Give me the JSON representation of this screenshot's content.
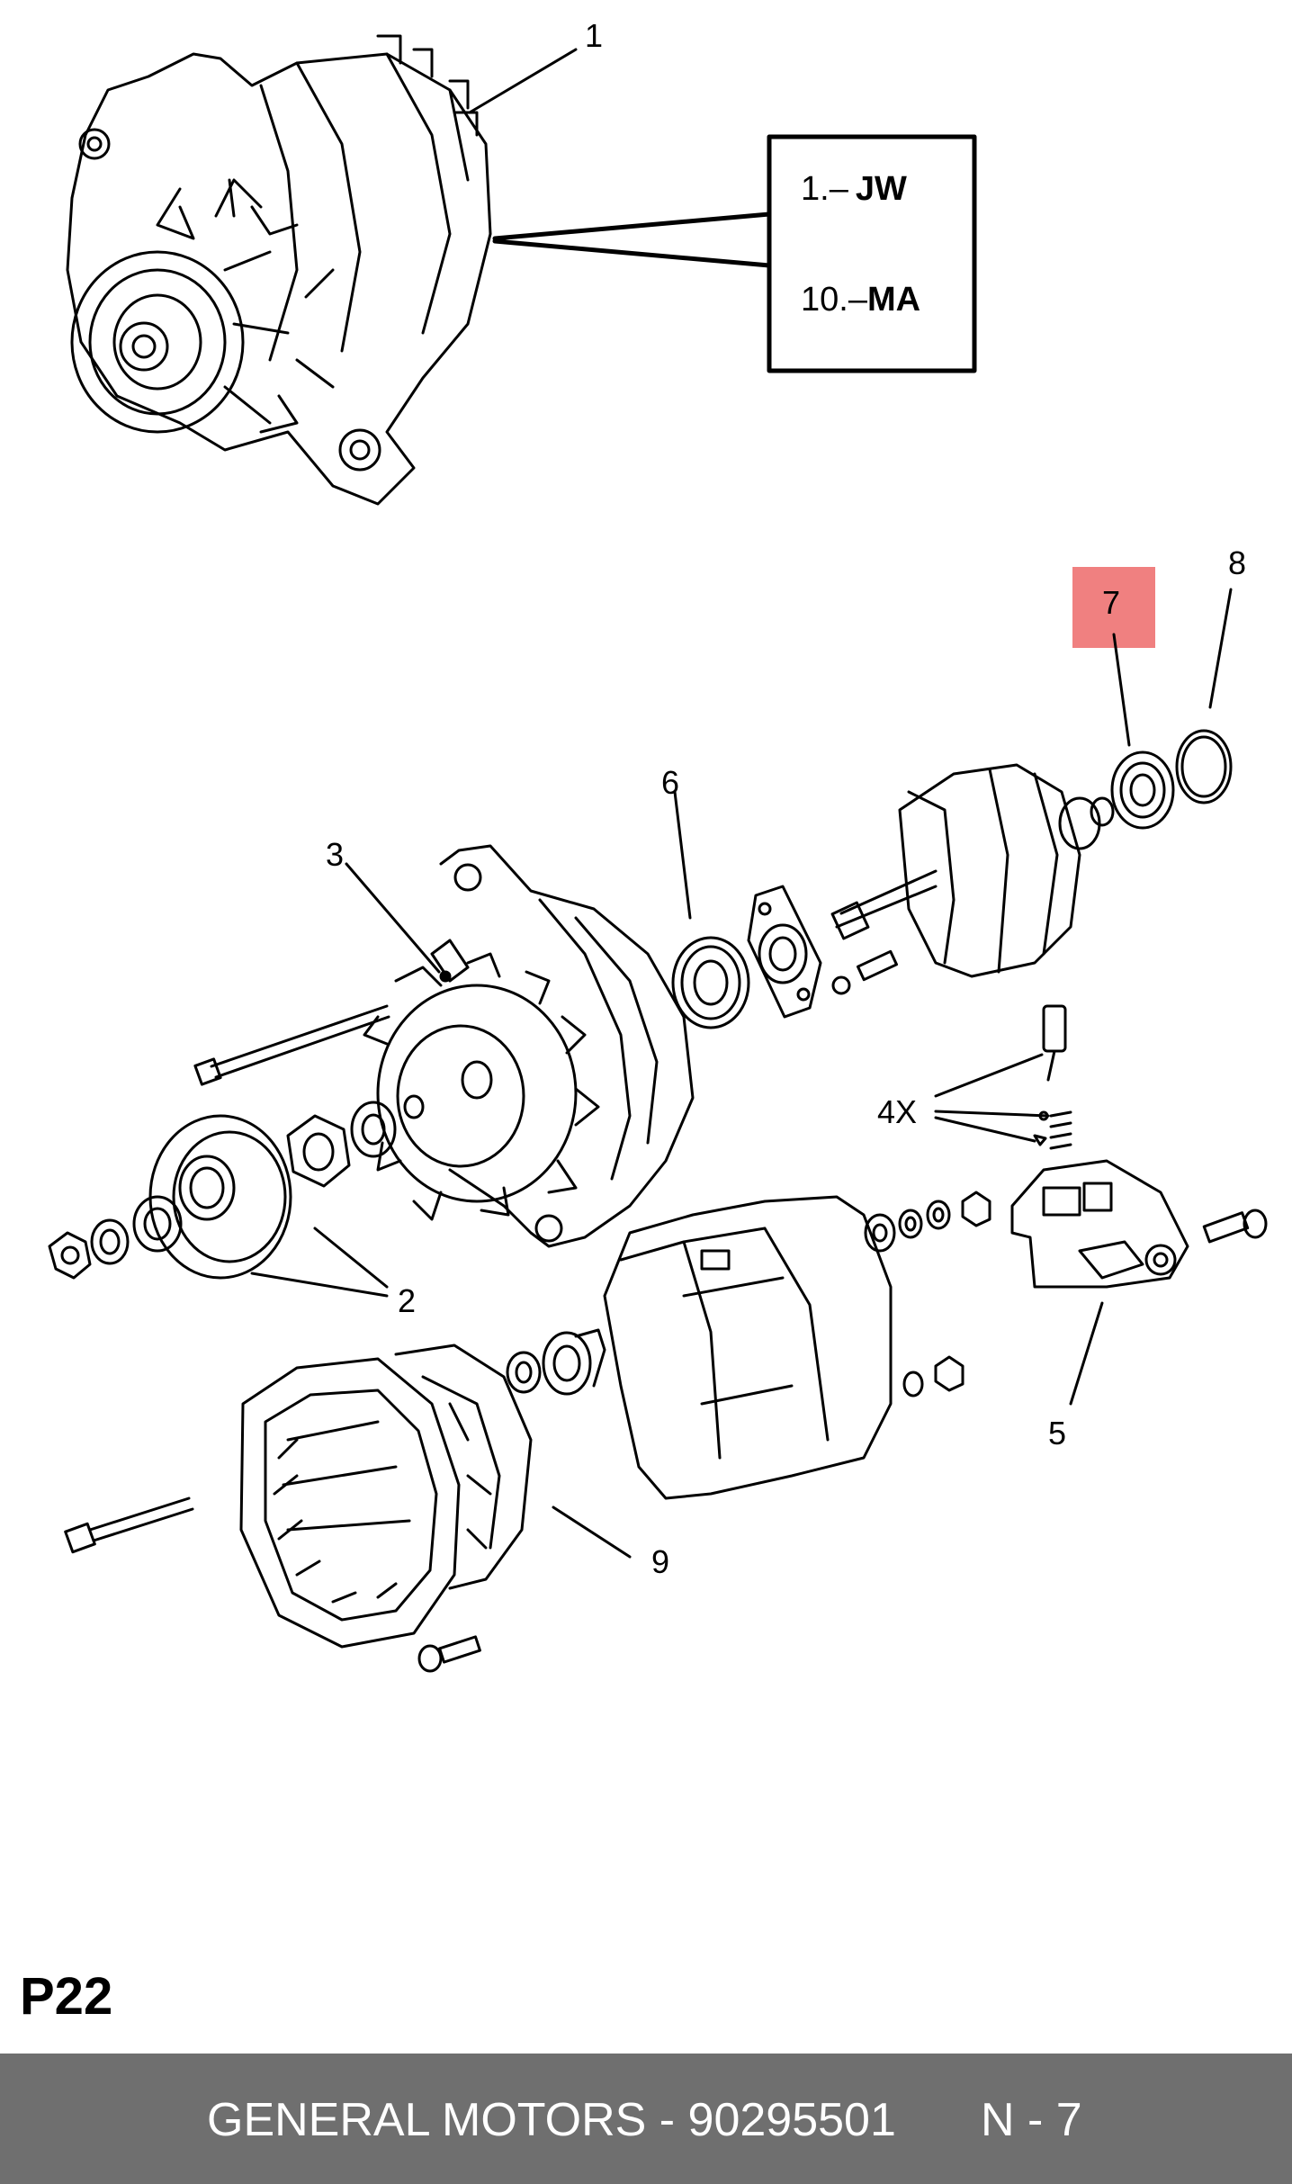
{
  "callouts": [
    "1",
    "2",
    "3",
    "4X",
    "5",
    "6",
    "7",
    "8",
    "9"
  ],
  "variant_box": {
    "line1_prefix": "1.–",
    "line1_code": "JW",
    "line2_prefix": "10.–",
    "line2_code": "MA"
  },
  "highlight_color": "#f08080",
  "sheet_id": "P22",
  "footer": {
    "brand_part": "GENERAL MOTORS - 90295501",
    "page": "N - 7",
    "bg_color": "#6f6f6f"
  }
}
